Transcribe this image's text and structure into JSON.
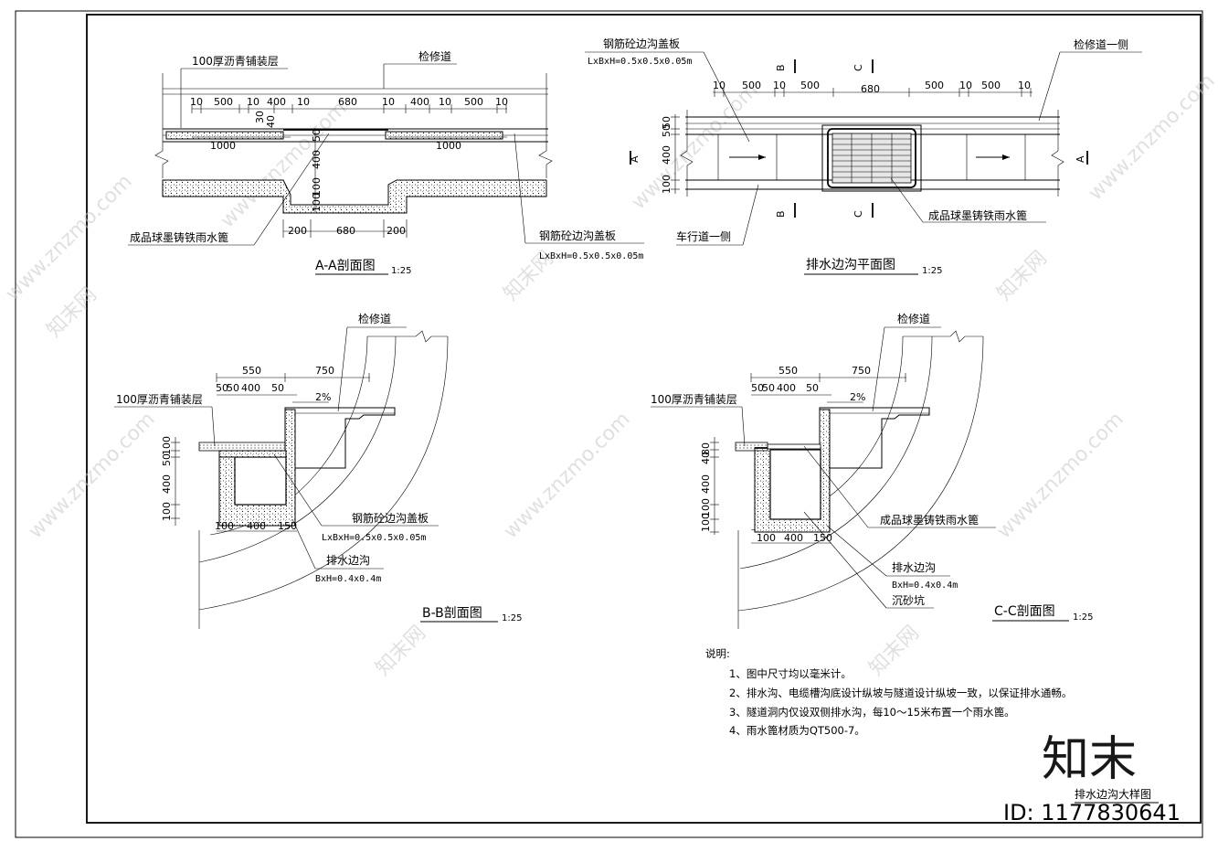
{
  "sections": {
    "aa": {
      "title": "A-A剖面图",
      "scale": "1:25",
      "label_asphalt": "100厚沥青铺装层",
      "label_walkway": "检修道",
      "label_grate": "成品球墨铸铁雨水篦",
      "label_cover": "钢筋砼边沟盖板",
      "cover_spec": "LxBxH=0.5x0.5x0.05m",
      "dims_top": [
        "10",
        "500",
        "10",
        "400",
        "10",
        "680",
        "10",
        "400",
        "10",
        "500",
        "10"
      ],
      "dim_1000": "1000",
      "dims_side": [
        "30",
        "40",
        "50",
        "400",
        "100",
        "100"
      ],
      "dims_bottom": [
        "200",
        "680",
        "200"
      ]
    },
    "plan": {
      "title": "排水边沟平面图",
      "scale": "1:25",
      "label_cover": "钢筋砼边沟盖板",
      "cover_spec": "LxBxH=0.5x0.5x0.05m",
      "label_walkway_side": "检修道一侧",
      "label_road_side": "车行道一侧",
      "label_grate": "成品球墨铸铁雨水篦",
      "dims_top": [
        "10",
        "500",
        "10",
        "500",
        "680",
        "500",
        "10",
        "500",
        "10"
      ],
      "dims_side": [
        "50",
        "50",
        "400",
        "100"
      ],
      "cut_a": "A",
      "cut_b": "B",
      "cut_c": "C"
    },
    "bb": {
      "title": "B-B剖面图",
      "scale": "1:25",
      "label_walkway": "检修道",
      "label_asphalt": "100厚沥青铺装层",
      "label_cover": "钢筋砼边沟盖板",
      "cover_spec": "LxBxH=0.5x0.5x0.05m",
      "label_ditch": "排水边沟",
      "ditch_spec": "BxH=0.4x0.4m",
      "slope": "2%",
      "dims_top": [
        "550",
        "750"
      ],
      "dims_top2": [
        "50",
        "50",
        "400",
        "50"
      ],
      "dims_side": [
        "100",
        "50",
        "400",
        "100"
      ],
      "dims_bottom": [
        "100",
        "400",
        "150"
      ]
    },
    "cc": {
      "title": "C-C剖面图",
      "scale": "1:25",
      "label_walkway": "检修道",
      "label_asphalt": "100厚沥青铺装层",
      "label_grate": "成品球墨铸铁雨水篦",
      "label_ditch": "排水边沟",
      "ditch_spec": "BxH=0.4x0.4m",
      "label_sand": "沉砂坑",
      "slope": "2%",
      "dims_top": [
        "550",
        "750"
      ],
      "dims_top2": [
        "50",
        "50",
        "400",
        "50"
      ],
      "dims_side": [
        "80",
        "40",
        "400",
        "100",
        "100"
      ],
      "dims_bottom": [
        "100",
        "400",
        "150"
      ]
    }
  },
  "notes": {
    "heading": "说明:",
    "items": [
      "1、图中尺寸均以毫米计。",
      "2、排水沟、电缆槽沟底设计纵坡与隧道设计纵坡一致，以保证排水通畅。",
      "3、隧道洞内仅设双侧排水沟，每10～15米布置一个雨水篦。",
      "4、雨水篦材质为QT500-7。"
    ]
  },
  "drawing_title": "排水边沟大样图",
  "watermark": {
    "logo": "知末",
    "id": "ID: 1177830641",
    "site": "www.znzmo.com",
    "brand": "知末网"
  }
}
